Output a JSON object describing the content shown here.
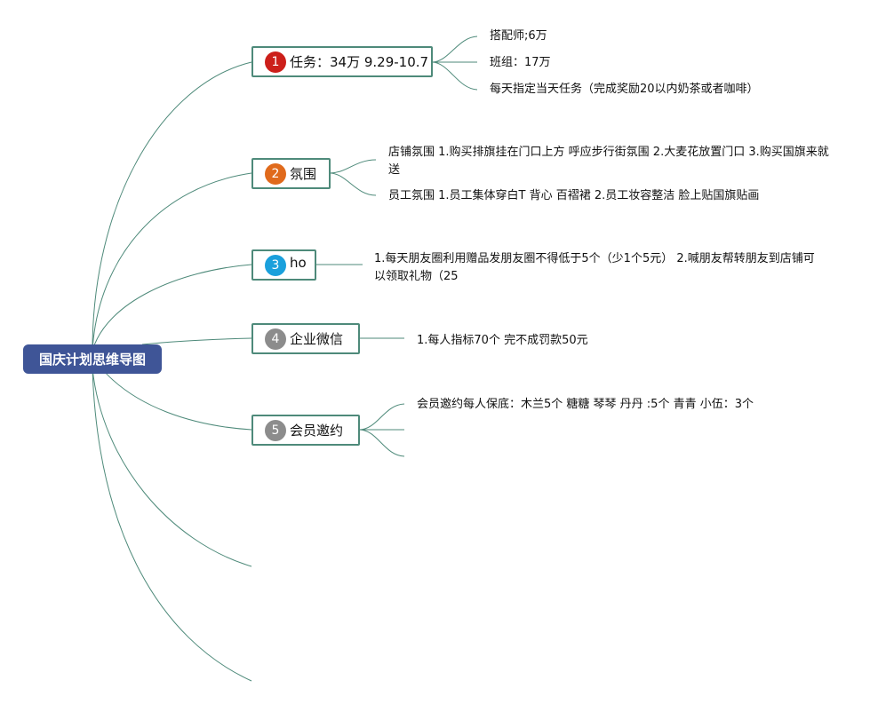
{
  "root": {
    "label": "国庆计划思维导图"
  },
  "branches": [
    {
      "num": "1",
      "label": "任务：34万 9.29-10.7",
      "color": "#cc1f1a",
      "leaves": [
        "搭配师;6万",
        "班组：17万",
        "每天指定当天任务（完成奖励20以内奶茶或者咖啡）"
      ]
    },
    {
      "num": "2",
      "label": "氛围",
      "color": "#e06a1c",
      "leaves": [
        "店铺氛围 1.购买排旗挂在门口上方 呼应步行街氛围 2.大麦花放置门口 3.购买国旗来就送",
        "员工氛围 1.员工集体穿白T 背心 百褶裙 2.员工妆容整洁 脸上贴国旗贴画"
      ]
    },
    {
      "num": "3",
      "label": "ho",
      "color": "#1aa0dc",
      "leaves": [
        "1.每天朋友圈利用赠品发朋友圈不得低于5个（少1个5元） 2.喊朋友帮转朋友到店铺可以领取礼物（25"
      ]
    },
    {
      "num": "4",
      "label": "企业微信",
      "color": "#8c8c8c",
      "leaves": [
        "1.每人指标70个 完不成罚款50元"
      ]
    },
    {
      "num": "5",
      "label": "会员邀约",
      "color": "#8c8c8c",
      "leaves": [
        "会员邀约每人保底：木兰5个 糖糖 琴琴 丹丹 :5个 青青 小伍：3个"
      ]
    }
  ]
}
